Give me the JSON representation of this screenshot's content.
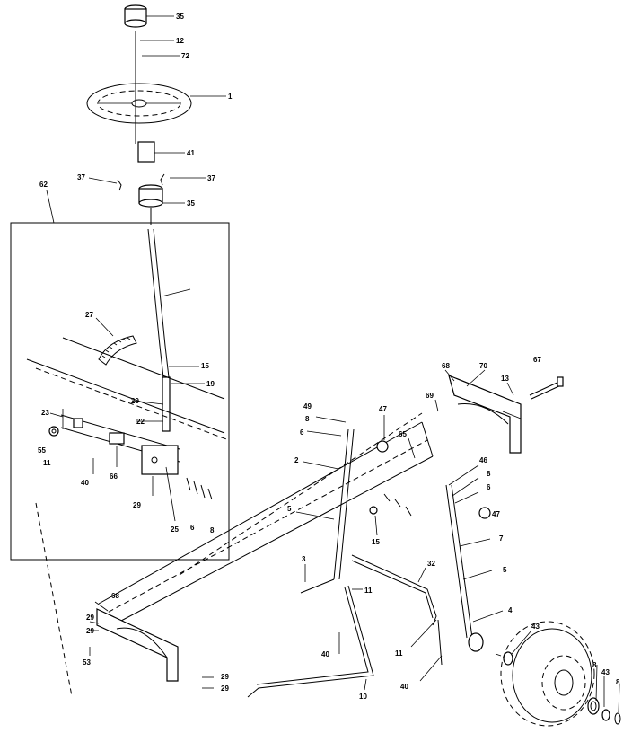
{
  "labels": {
    "l35a": "35",
    "l12": "12",
    "l72": "72",
    "l1": "1",
    "l41": "41",
    "l37a": "37",
    "l37b": "37",
    "l35b": "35",
    "l62": "62",
    "l27": "27",
    "l15a": "15",
    "l19": "19",
    "l20": "20",
    "l22": "22",
    "l23": "23",
    "l55": "55",
    "l11a": "11",
    "l40a": "40",
    "l66": "66",
    "l29a": "29",
    "l25": "25",
    "l6a": "6",
    "l8a": "8",
    "l68a": "68",
    "l70": "70",
    "l13": "13",
    "l67": "67",
    "l69": "69",
    "l49": "49",
    "l8b": "8",
    "l6b": "6",
    "l47a": "47",
    "l65": "65",
    "l2": "2",
    "l5a": "5",
    "l15b": "15",
    "l46": "46",
    "l8c": "8",
    "l6c": "6",
    "l47b": "47",
    "l7": "7",
    "l5b": "5",
    "l4": "4",
    "l3": "3",
    "l32": "32",
    "l11b": "11",
    "l11c": "11",
    "l40b": "40",
    "l40c": "40",
    "l10": "10",
    "l68b": "68",
    "l29b": "29",
    "l29c": "29",
    "l53": "53",
    "l29d": "29",
    "l29e": "29",
    "l43a": "43",
    "l8d": "8",
    "l43b": "43",
    "l8e": "8"
  }
}
